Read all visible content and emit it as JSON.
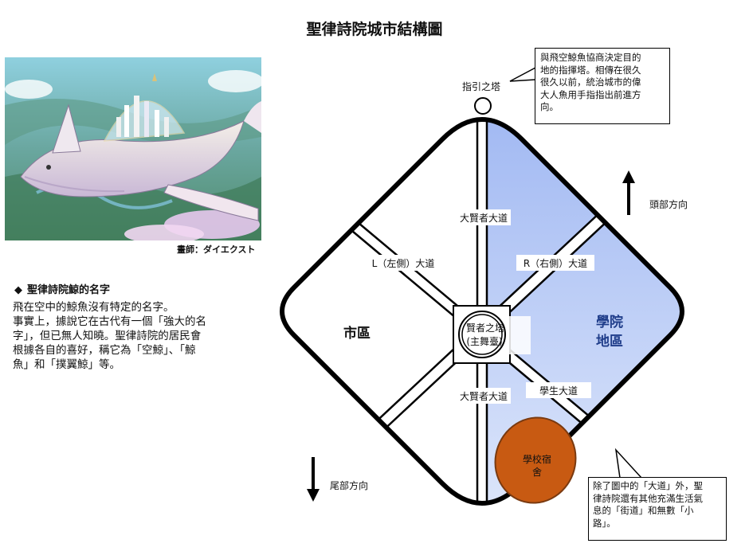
{
  "title": "聖律詩院城市結構圖",
  "illustration": {
    "credit": "畫師：ダイエクスト"
  },
  "name_section": {
    "bullet": "◆",
    "heading": "聖律詩院鯨的名字",
    "body_lines": [
      "飛在空中的鯨魚沒有特定的名字。",
      "事實上，據說它在古代有一個「強大的名",
      "字」，但已無人知曉。聖律詩院的居民會",
      "根據各自的喜好，稱它為「空鯨」、「鯨",
      "魚」和「撲翼鯨」等。"
    ]
  },
  "diagram": {
    "tower": {
      "label": "指引之塔",
      "callout_lines": [
        "與飛空鯨魚協商決定目的",
        "地的指揮塔。相傳在很久",
        "很久以前，統治城市的偉",
        "大人魚用手指指出前進方",
        "向。"
      ]
    },
    "direction_head": "頭部方向",
    "direction_tail": "尾部方向",
    "roads": {
      "main_upper": "大賢者大道",
      "main_lower": "大賢者大道",
      "left": "L（左側）大道",
      "right": "R（右側）大道",
      "student": "學生大道"
    },
    "center_tower_line1": "賢者之塔",
    "center_tower_line2": "(主舞臺)",
    "district_city": "市區",
    "district_academy_line1": "學院",
    "district_academy_line2": "地區",
    "dormitory_line1": "學校宿",
    "dormitory_line2": "舍",
    "streets_callout_lines": [
      "除了圖中的「大道」外，聖",
      "律詩院還有其他充滿生活氣",
      "息的「街道」和無數「小",
      "路」。"
    ]
  },
  "colors": {
    "academy_fill_top": "#9fb7f2",
    "academy_fill_bottom": "#e3ebfc",
    "academy_text": "#1f3d8a",
    "dormitory": "#c85a12",
    "outline": "#000000"
  }
}
